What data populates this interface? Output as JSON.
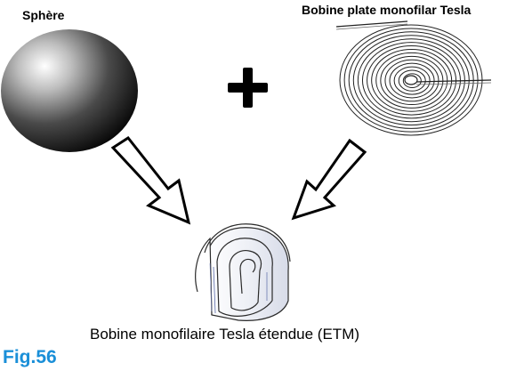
{
  "labels": {
    "sphere": "Sphère",
    "flat_coil": "Bobine plate monofilar Tesla",
    "result": "Bobine monofilaire Tesla étendue (ETM)",
    "figure": "Fig.56"
  },
  "operator": "+",
  "colors": {
    "figure_label": "#1a8fd8",
    "ink": "#000000",
    "paper": "#ffffff"
  },
  "icons": [
    "sphere-icon",
    "flat-spiral-coil-icon",
    "plus-icon",
    "arrow-down-right-icon",
    "arrow-down-left-icon",
    "extended-coil-icon"
  ]
}
